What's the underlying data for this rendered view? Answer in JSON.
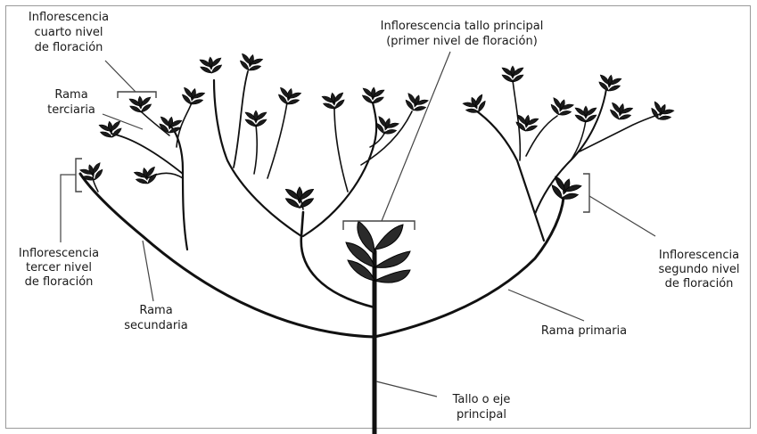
{
  "labels": {
    "cuarto_nivel": [
      "Inflorescencia",
      "cuarto nivel",
      "de floración"
    ],
    "tallo_principal": [
      "Inflorescencia tallo principal",
      "(primer nivel de floración)"
    ],
    "rama_terciaria": [
      "Rama",
      "terciaria"
    ],
    "tercer_nivel": [
      "Inflorescencia",
      "tercer nivel",
      "de floración"
    ],
    "rama_secundaria": [
      "Rama",
      "secundaria"
    ],
    "segundo_nivel": [
      "Inflorescencia",
      "segundo nivel",
      "de floración"
    ],
    "rama_primaria": [
      "Rama primaria"
    ],
    "tallo_eje": [
      "Tallo o eje",
      "principal"
    ]
  },
  "colors": {
    "stem": "#111111",
    "leaf": "#1b1b1b",
    "text": "#1a1a1a"
  }
}
